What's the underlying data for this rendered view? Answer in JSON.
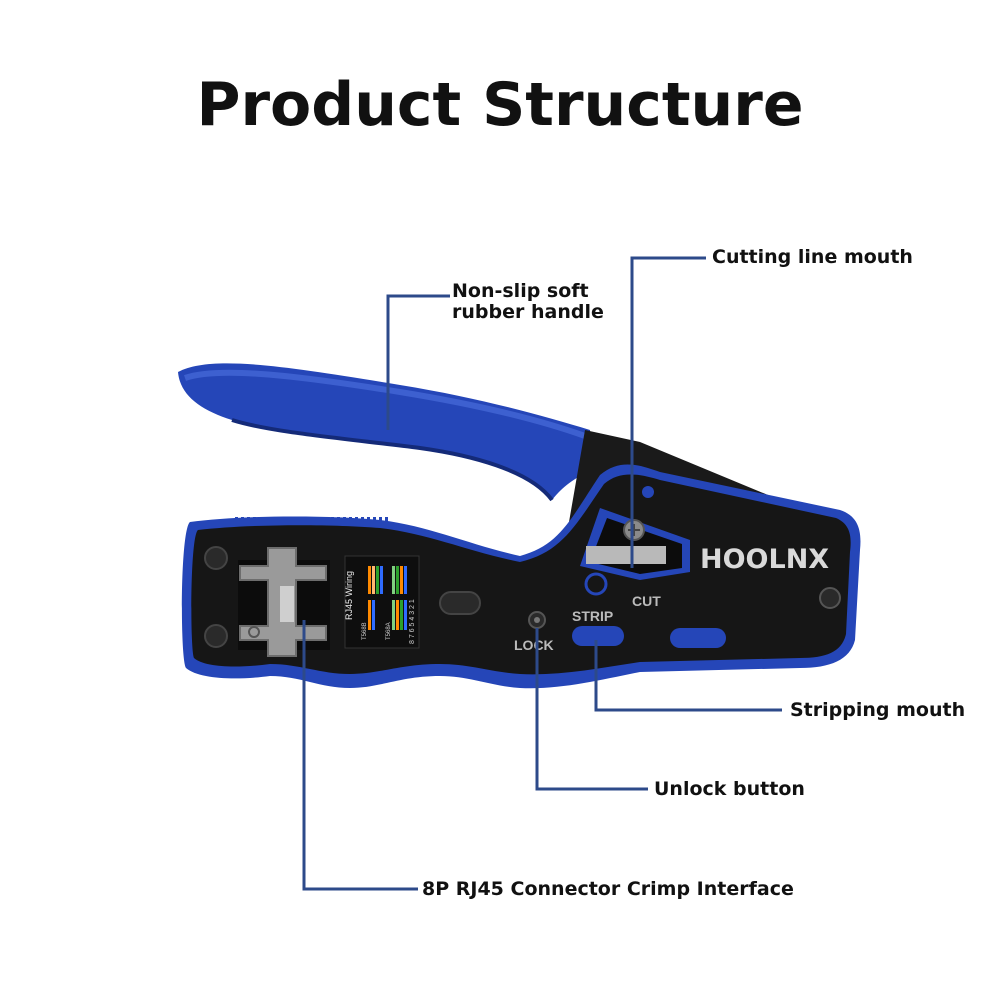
{
  "title": "Product Structure",
  "callouts": {
    "handle": [
      "Non-slip soft",
      "rubber handle"
    ],
    "cutting": "Cutting line mouth",
    "stripping": "Stripping mouth",
    "unlock": "Unlock button",
    "connector": "8P RJ45 Connector Crimp Interface"
  },
  "tool_labels": {
    "brand": "HOOLNX",
    "cut": "CUT",
    "strip": "STRIP",
    "lock": "LOCK",
    "wiring_title": "RJ45 Wiring",
    "t568b": "T568B",
    "t568a": "T568A",
    "pin_numbers": "8 7 6 5 4 3 2 1"
  },
  "colors": {
    "blue": "#2546b8",
    "dark_blue": "#142a78",
    "black_body": "#161616",
    "leader_line": "#2d4a8a",
    "metal": "#9a9a9a"
  }
}
